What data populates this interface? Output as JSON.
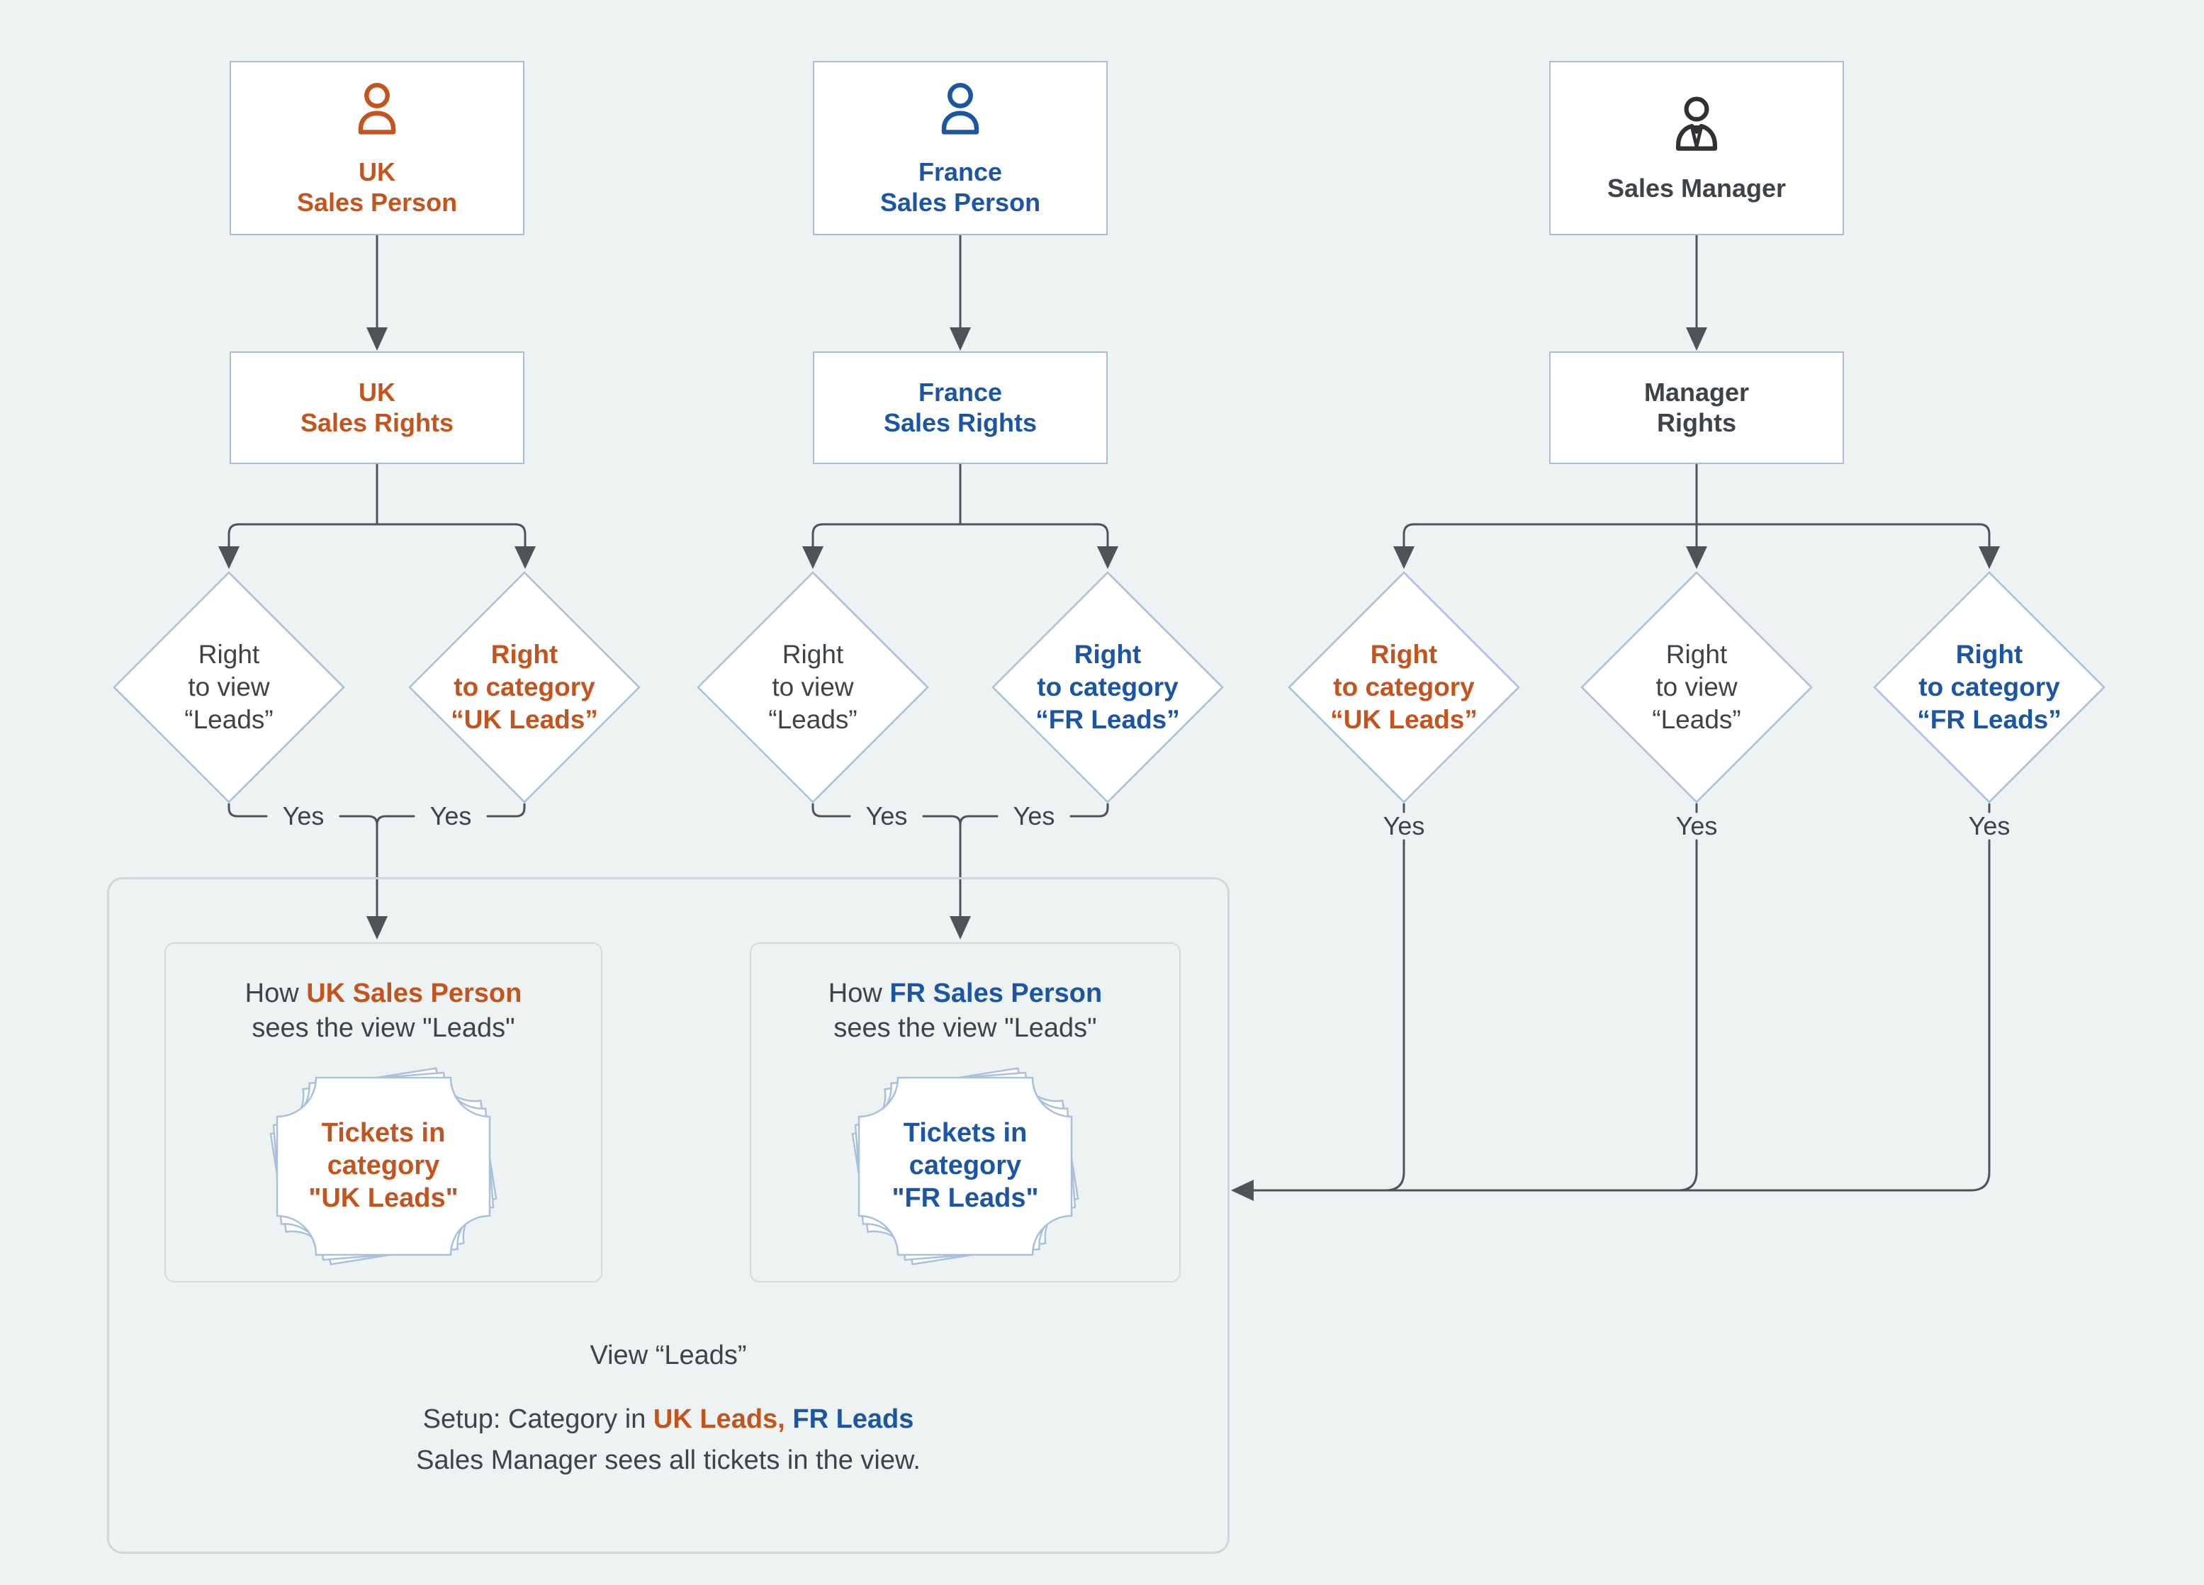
{
  "colors": {
    "background": "#EDF3F3",
    "orange": "#C4541E",
    "blue": "#1C56A2",
    "dark_text": "#3E4347",
    "line": "#4F5357",
    "node_border": "#A9BDD3",
    "diamond_border": "#A9BFD8",
    "container_border": "#D2D6D8",
    "panel_border": "#D6DADC",
    "ticket_border": "#A9C0DC",
    "node_fill": "#FFFFFF"
  },
  "actors": {
    "uk": {
      "label": "UK\nSales Person",
      "icon": "person-icon"
    },
    "france": {
      "label": "France\nSales Person",
      "icon": "person-icon"
    },
    "manager": {
      "label": "Sales Manager",
      "icon": "manager-person-icon"
    }
  },
  "rights": {
    "uk": {
      "label": "UK\nSales Rights"
    },
    "france": {
      "label": "France\nSales Rights"
    },
    "manager": {
      "label": "Manager\nRights"
    }
  },
  "decisions": {
    "uk_view": "Right\nto view\n“Leads”",
    "uk_category": "Right\nto category\n“UK Leads”",
    "fr_view": "Right\nto view\n“Leads”",
    "fr_category": "Right\nto category\n“FR Leads”",
    "mgr_uk_category": "Right\nto category\n“UK Leads”",
    "mgr_view": "Right\nto view\n“Leads”",
    "mgr_fr_category": "Right\nto category\n“FR Leads”"
  },
  "yes_label": "Yes",
  "panels": {
    "uk": {
      "title_prefix": "How ",
      "title_actor": "UK Sales Person",
      "title_line2": "sees the view \"Leads\"",
      "tickets": "Tickets in\ncategory\n\"UK Leads\""
    },
    "fr": {
      "title_prefix": "How ",
      "title_actor": "FR Sales Person",
      "title_line2": "sees the view \"Leads\"",
      "tickets": "Tickets in\ncategory\n\"FR Leads\""
    }
  },
  "footer": {
    "view_title": "View “Leads”",
    "setup_prefix": "Setup: Category in ",
    "setup_uk": "UK Leads,",
    "setup_fr": "FR Leads",
    "note": "Sales Manager sees all tickets in the view."
  }
}
